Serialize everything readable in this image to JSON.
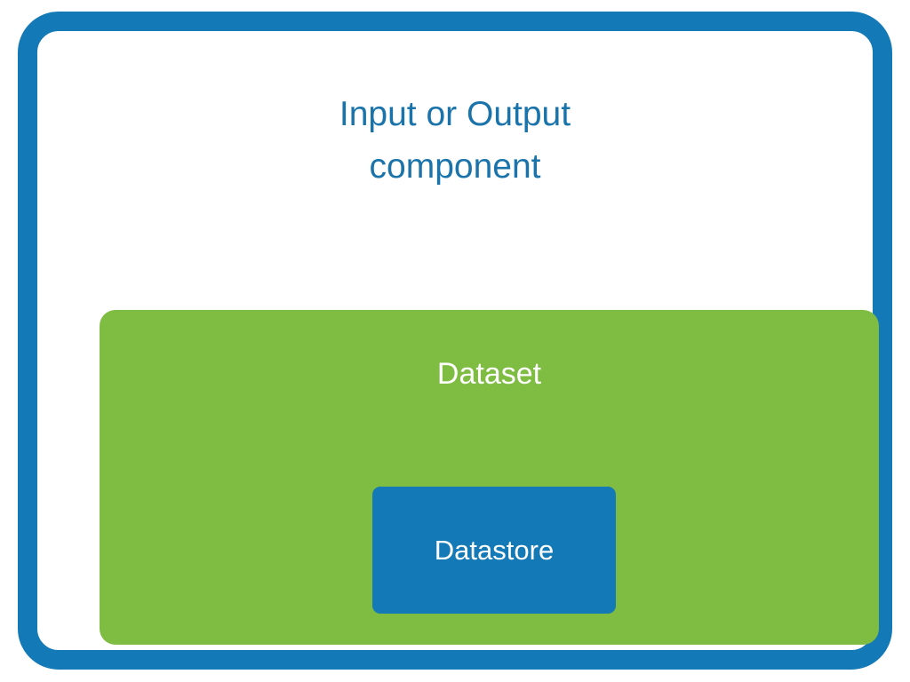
{
  "diagram": {
    "type": "nested-block-diagram",
    "background_color": "#ffffff",
    "component": {
      "title": "Input or Output\ncomponent",
      "title_color": "#1a74ab",
      "border_color": "#1479b7",
      "fill_color": "#ffffff"
    },
    "dataset": {
      "label": "Dataset",
      "fill_color": "#7fbc42",
      "label_color": "#ffffff"
    },
    "datastore": {
      "label": "Datastore",
      "fill_color": "#1479b7",
      "label_color": "#ffffff"
    }
  }
}
